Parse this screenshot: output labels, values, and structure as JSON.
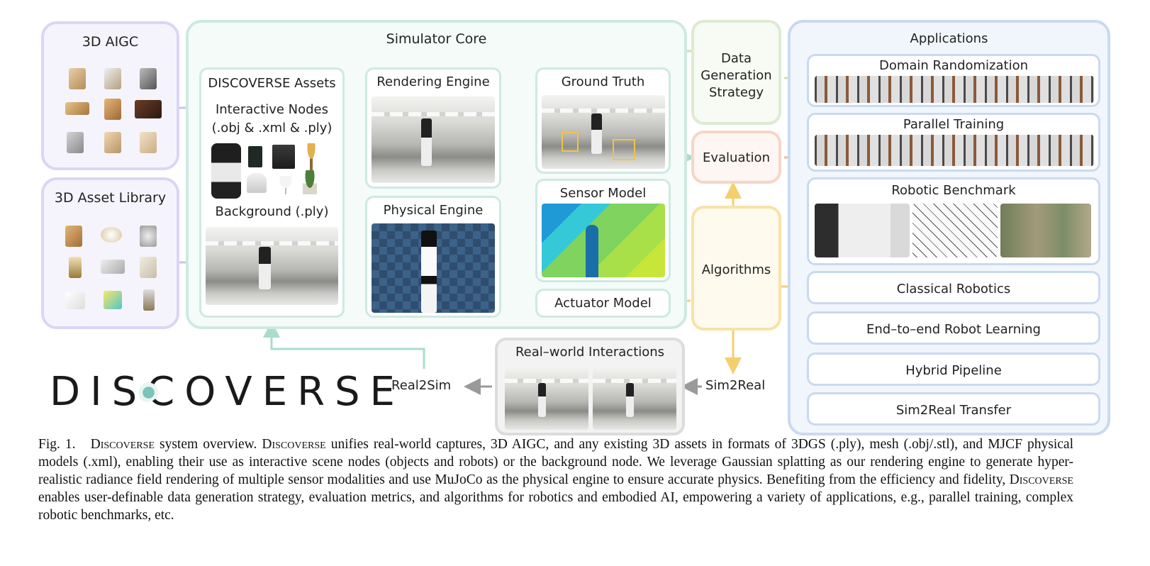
{
  "aigc": {
    "title": "3D AIGC"
  },
  "asset_library": {
    "title": "3D Asset Library"
  },
  "simulator_core": {
    "title": "Simulator Core",
    "assets": {
      "title": "DISCOVERSE Assets",
      "interactive_nodes": "Interactive Nodes",
      "formats": "(.obj & .xml & .ply)",
      "background": "Background (.ply)"
    },
    "rendering_engine": "Rendering Engine",
    "physical_engine": "Physical Engine",
    "ground_truth": "Ground Truth",
    "sensor_model": "Sensor Model",
    "actuator_model": "Actuator Model"
  },
  "data_generation": {
    "line1": "Data",
    "line2": "Generation",
    "line3": "Strategy"
  },
  "evaluation": "Evaluation",
  "algorithms": "Algorithms",
  "applications": {
    "title": "Applications",
    "domain_randomization": "Domain Randomization",
    "parallel_training": "Parallel Training",
    "robotic_benchmark": "Robotic Benchmark",
    "classical_robotics": "Classical Robotics",
    "end_to_end": "End–to–end Robot Learning",
    "hybrid_pipeline": "Hybrid Pipeline",
    "sim2real_transfer": "Sim2Real Transfer"
  },
  "real_world": {
    "title": "Real–world Interactions"
  },
  "real2sim": "Real2Sim",
  "sim2real": "Sim2Real",
  "logo": {
    "text": "DISCOVERSE"
  },
  "caption": {
    "fig": "Fig. 1.",
    "name": "Discoverse",
    "part1": " system overview. ",
    "part2": " unifies real-world captures, 3D AIGC, and any existing 3D assets in formats of 3DGS (.ply), mesh (.obj/.stl), and MJCF physical models (.xml), enabling their use as interactive scene nodes (objects and robots) or the background node. We leverage Gaussian splatting as our rendering engine to generate hyper-realistic radiance field rendering of multiple sensor modalities and use MuJoCo as the physical engine to ensure accurate physics. Benefiting from the efficiency and fidelity, ",
    "part3": " enables user-definable data generation strategy, evaluation metrics, and algorithms for robotics and embodied AI, empowering a variety of applications, e.g., parallel training, complex robotic benchmarks, etc."
  },
  "colors": {
    "purple_border": "#d9d6f5",
    "teal_border": "#cfe9e2",
    "green_border": "#dcebd2",
    "orange_border": "#f6d6c5",
    "yellow_border": "#f7e3a6",
    "blue_border": "#cad9ef",
    "gray_border": "#dcdcdc"
  }
}
